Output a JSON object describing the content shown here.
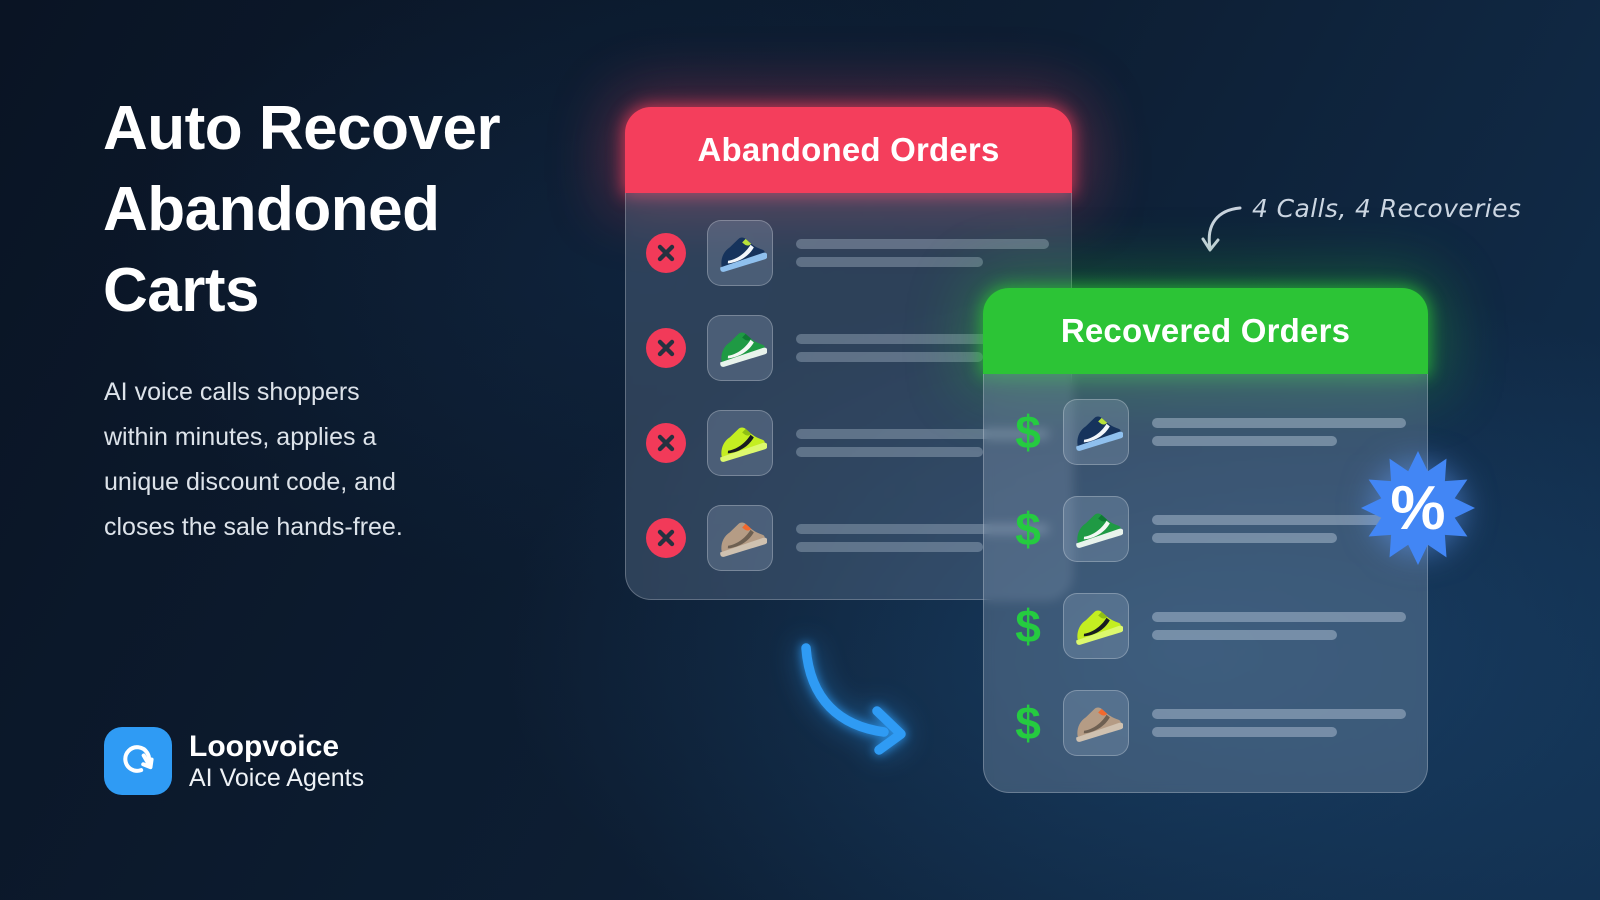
{
  "hero": {
    "title_lines": [
      "Auto Recover",
      "Abandoned",
      "Carts"
    ],
    "description_lines": [
      "AI voice calls shoppers",
      "within minutes, applies a",
      "unique discount code, and",
      "closes the sale hands-free."
    ]
  },
  "brand": {
    "name": "Loopvoice",
    "tagline": "AI Voice Agents",
    "logo_icon": "loop-arrow-icon",
    "logo_color": "#2f9bf4"
  },
  "annotation": {
    "text": "4 Calls, 4 Recoveries",
    "arrow_icon": "small-curved-arrow-icon"
  },
  "abandoned_card": {
    "title": "Abandoned Orders",
    "header_color": "#f43e5c",
    "row_icon": "x-circle-icon",
    "rows": [
      {
        "product": 0,
        "placeholder_lines": 2
      },
      {
        "product": 1,
        "placeholder_lines": 2
      },
      {
        "product": 2,
        "placeholder_lines": 2
      },
      {
        "product": 3,
        "placeholder_lines": 2
      }
    ]
  },
  "recovered_card": {
    "title": "Recovered Orders",
    "header_color": "#2cc436",
    "row_icon": "dollar-icon",
    "dollar_symbol": "$",
    "dollar_color": "#25cb40",
    "rows": [
      {
        "product": 0,
        "placeholder_lines": 2
      },
      {
        "product": 1,
        "placeholder_lines": 2
      },
      {
        "product": 2,
        "placeholder_lines": 2
      },
      {
        "product": 3,
        "placeholder_lines": 2
      }
    ]
  },
  "products": [
    {
      "name": "navy-blue-running-shoe",
      "colors": {
        "body": "#16335c",
        "accent": "#f2f6fa",
        "sole": "#8fc0ee",
        "detail": "#b8e23a"
      }
    },
    {
      "name": "green-white-low-top-sneaker",
      "colors": {
        "body": "#1f9a44",
        "accent": "#f4f8f4",
        "sole": "#e9f3ec",
        "detail": "#0e7a33"
      }
    },
    {
      "name": "volt-green-running-shoe",
      "colors": {
        "body": "#c4ee21",
        "accent": "#181c20",
        "sole": "#dcf86e",
        "detail": "#8fbf14"
      }
    },
    {
      "name": "orange-beige-knit-sneaker",
      "colors": {
        "body": "#b59c85",
        "accent": "#6e6052",
        "sole": "#cfc1b0",
        "detail": "#f2692e"
      }
    }
  ],
  "discount_badge": {
    "symbol": "%",
    "color": "#4286f5",
    "icon": "percent-burst-icon"
  },
  "flow_arrow": {
    "icon": "curved-arrow-icon",
    "color": "#2f9bf4"
  },
  "background": {
    "dark": "#0a1424",
    "light": "#123050"
  }
}
